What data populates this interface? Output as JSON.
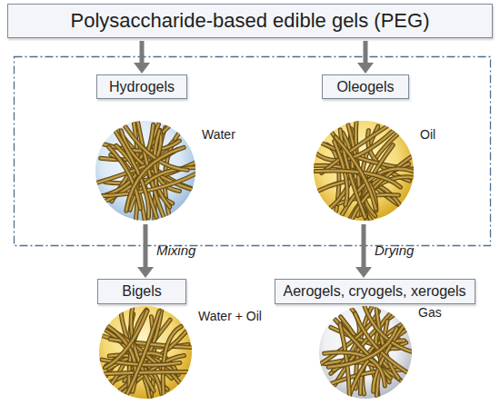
{
  "diagram": {
    "nodes": [
      {
        "text": [
          "Polysaccharide-based edible gels (PEG)"
        ]
      },
      {
        "text": [
          "Hydrogels"
        ]
      },
      {
        "text": [
          "Water"
        ]
      },
      {
        "text": [
          "Oleogels"
        ]
      },
      {
        "text": [
          "Oil"
        ]
      },
      {
        "text": [
          "Bigels"
        ]
      },
      {
        "text": [
          "Water + Oil"
        ]
      },
      {
        "text": [
          "Aerogels, cryogels, xerogels"
        ]
      },
      {
        "text": [
          "Gas"
        ]
      }
    ],
    "edges": [
      {
        "from": 0,
        "to": 1,
        "arrow": "to"
      },
      {
        "from": 0,
        "to": 3,
        "arrow": "to"
      },
      {
        "from": 2,
        "to": 5,
        "label": "Mixing",
        "arrow": "to"
      },
      {
        "from": 4,
        "to": 7,
        "label": "Drying",
        "arrow": "to"
      }
    ]
  }
}
